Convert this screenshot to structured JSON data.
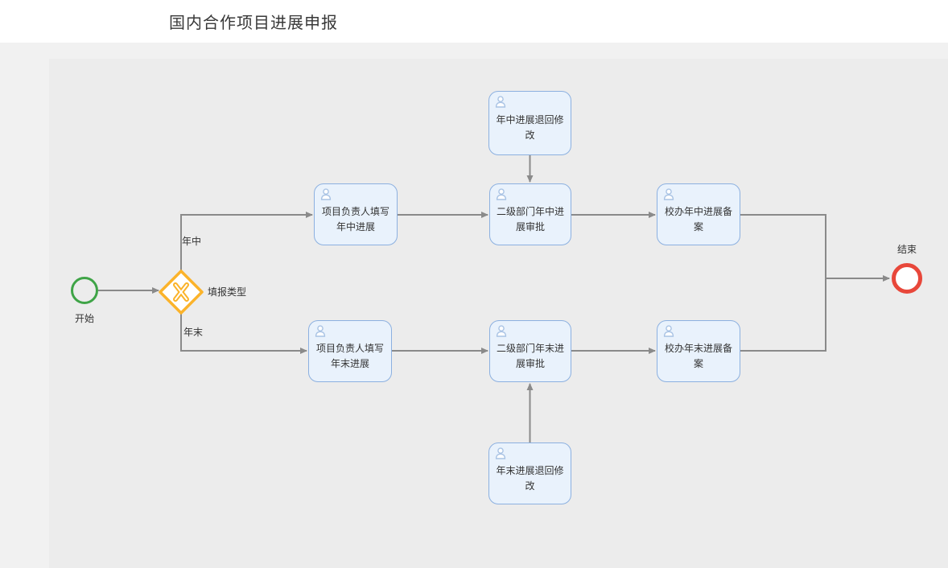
{
  "header": {
    "title": "国内合作项目进展申报"
  },
  "diagram": {
    "start": {
      "label": "开始"
    },
    "end": {
      "label": "结束"
    },
    "gateway": {
      "label": "填报类型"
    },
    "branch_labels": {
      "mid_year": "年中",
      "year_end": "年末"
    },
    "tasks": [
      {
        "id": "fill-midyear-progress",
        "label": "项目负责人填写年中进展"
      },
      {
        "id": "dept-midyear-approval",
        "label": "二级部门年中进展审批"
      },
      {
        "id": "office-midyear-record",
        "label": "校办年中进展备案"
      },
      {
        "id": "fill-yearend-progress",
        "label": "项目负责人填写年末进展"
      },
      {
        "id": "dept-yearend-approval",
        "label": "二级部门年末进展审批"
      },
      {
        "id": "office-yearend-record",
        "label": "校办年末进展备案"
      },
      {
        "id": "midyear-return-revise",
        "label": "年中进展退回修改"
      },
      {
        "id": "yearend-return-revise",
        "label": "年末进展退回修改"
      }
    ],
    "colors": {
      "start_event": "#3fa447",
      "end_event": "#e8473a",
      "gateway": "#fbb32a",
      "task_fill": "#e9f2fc",
      "task_border": "#8cb0e0",
      "connector": "#8a8a8a",
      "canvas_bg": "#ececec",
      "page_bg": "#f1f1f1",
      "header_bg": "#ffffff"
    }
  }
}
